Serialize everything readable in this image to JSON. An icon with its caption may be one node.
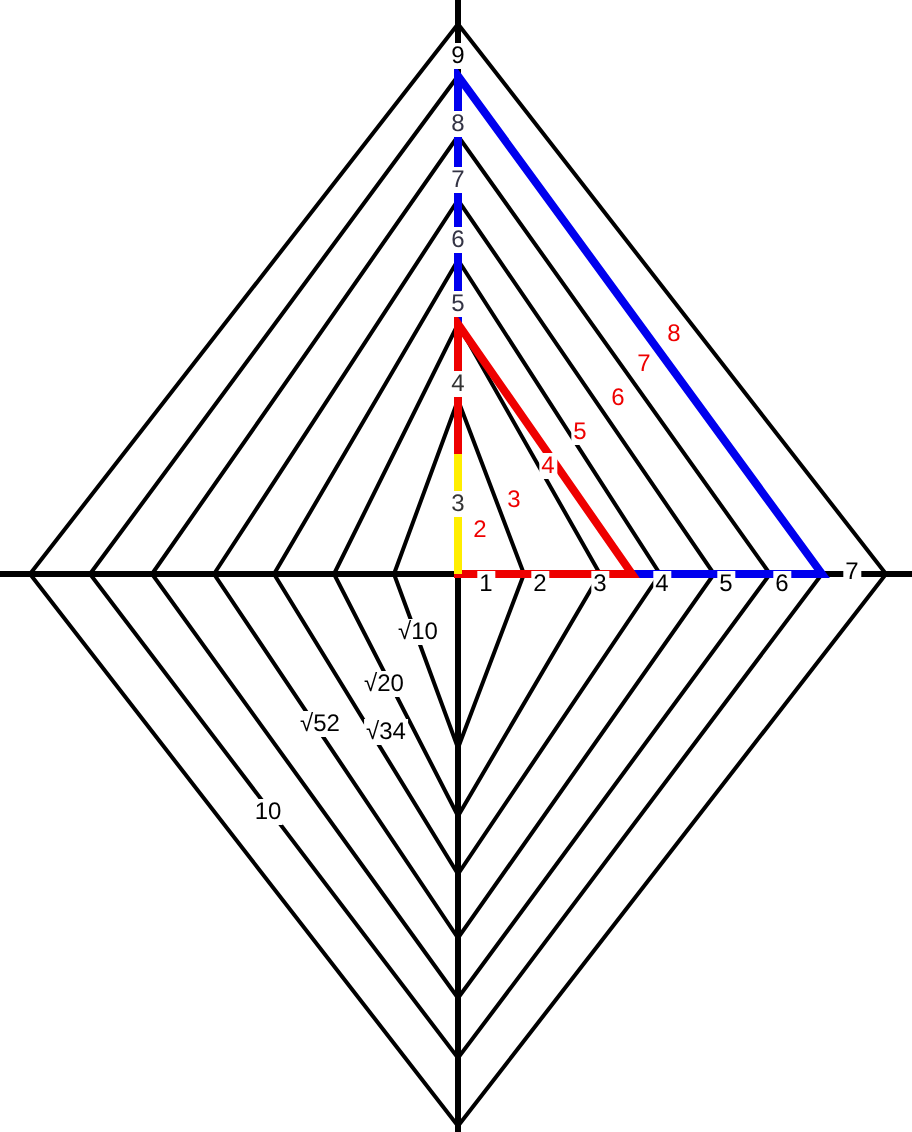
{
  "diagram": {
    "labels": [
      "9",
      "8",
      "7",
      "6",
      "5",
      "4",
      "3",
      "2",
      "3",
      "4",
      "5",
      "6",
      "7",
      "8",
      "1",
      "2",
      "3",
      "4",
      "5",
      "6",
      "7",
      "√10",
      "√20",
      "√52",
      "√34",
      "10"
    ]
  }
}
